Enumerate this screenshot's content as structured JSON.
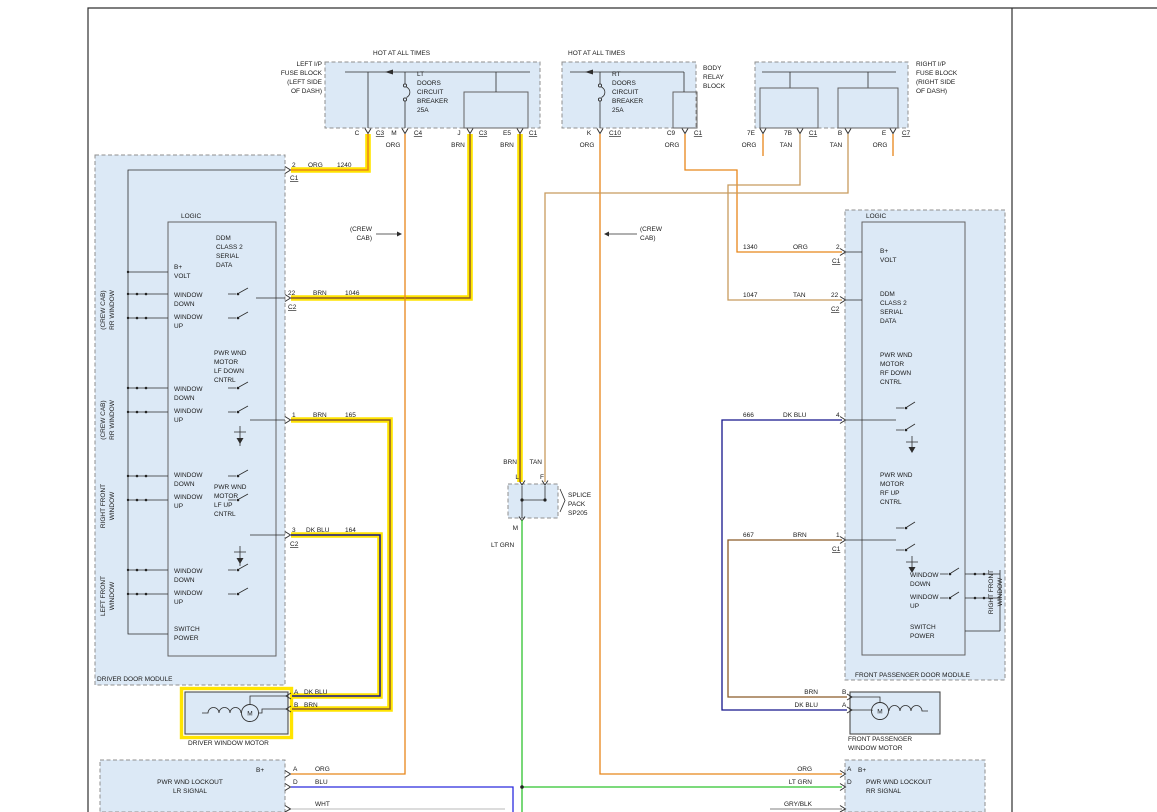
{
  "colors": {
    "highlight": "#FFE400",
    "org": "#E8861A",
    "brn": "#8A5A28",
    "tan": "#C89B5E",
    "dk_blu": "#15158C",
    "blu": "#2B2BDE",
    "lt_grn": "#2FC32F",
    "wht": "#C6C6C6",
    "box_fill": "#DCE9F6"
  },
  "top": {
    "hot_left": "HOT AT ALL TIMES",
    "hot_right": "HOT AT ALL TIMES",
    "left_fuse_block": [
      "LEFT I/P",
      "FUSE BLOCK",
      "(LEFT SIDE",
      "OF DASH)"
    ],
    "lt_breaker": [
      "LT",
      "DOORS",
      "CIRCUIT",
      "BREAKER",
      "25A"
    ],
    "rt_breaker": [
      "RT",
      "DOORS",
      "CIRCUIT",
      "BREAKER",
      "25A"
    ],
    "body_relay": [
      "BODY",
      "RELAY",
      "BLOCK"
    ],
    "right_fuse_block": [
      "RIGHT I/P",
      "FUSE BLOCK",
      "(RIGHT SIDE",
      "OF DASH)"
    ],
    "pins_left": [
      {
        "p": "C",
        "c": "C3"
      },
      {
        "p": "M",
        "c": "C4"
      },
      {
        "p": "J",
        "c": "C3"
      },
      {
        "p": "E5",
        "c": "C1"
      }
    ],
    "pins_mid": [
      {
        "p": "K",
        "c": "C10"
      },
      {
        "p": "C9",
        "c": "C1"
      }
    ],
    "pins_right": [
      {
        "p": "7E",
        "c": ""
      },
      {
        "p": "7B",
        "c": "C1"
      },
      {
        "p": "B",
        "c": ""
      },
      {
        "p": "E",
        "c": "C7"
      }
    ],
    "wire_labels": [
      "ORG",
      "BRN",
      "BRN",
      "ORG",
      "ORG",
      "ORG",
      "TAN",
      "TAN",
      "ORG"
    ]
  },
  "annotations": {
    "crew_left": [
      "(CREW",
      "CAB)"
    ],
    "crew_right": [
      "(CREW",
      "CAB)"
    ]
  },
  "driver_module": {
    "name": "DRIVER DOOR MODULE",
    "logic": "LOGIC",
    "b_volt": [
      "B+",
      "VOLT"
    ],
    "ddm": [
      "DDM",
      "CLASS 2",
      "SERIAL",
      "DATA"
    ],
    "win_down": [
      "WINDOW",
      "DOWN"
    ],
    "win_up": [
      "WINDOW",
      "UP"
    ],
    "lf_down": [
      "PWR WND",
      "MOTOR",
      "LF DOWN",
      "CNTRL"
    ],
    "lf_up": [
      "PWR WND",
      "MOTOR",
      "LF UP",
      "CNTRL"
    ],
    "switch_power": [
      "SWITCH",
      "POWER"
    ],
    "side_labels": [
      [
        "(CREW CAB)",
        "RR WINDOW"
      ],
      [
        "(CREW CAB)",
        "RR WINDOW"
      ],
      [
        "RIGHT FRONT",
        "WINDOW"
      ],
      [
        "LEFT FRONT",
        "WINDOW"
      ]
    ],
    "pins": [
      {
        "num": "2",
        "conn": "C1",
        "color": "ORG",
        "circuit": "1240"
      },
      {
        "num": "22",
        "conn": "C2",
        "color": "BRN",
        "circuit": "1046"
      },
      {
        "num": "1",
        "conn": "",
        "color": "BRN",
        "circuit": "165"
      },
      {
        "num": "3",
        "conn": "C2",
        "color": "DK BLU",
        "circuit": "164"
      }
    ]
  },
  "driver_motor": {
    "name": "DRIVER WINDOW MOTOR",
    "m": "M",
    "pin_a": {
      "pin": "A",
      "color": "DK BLU"
    },
    "pin_b": {
      "pin": "B",
      "color": "BRN"
    }
  },
  "splice": {
    "label": [
      "SPLICE",
      "PACK",
      "SP205"
    ],
    "pin_l": "L",
    "pin_f": "F",
    "pin_m": "M",
    "wire_left": "BRN",
    "wire_right": "TAN",
    "wire_out": "LT GRN"
  },
  "pass_module": {
    "name": "FRONT PASSENGER DOOR MODULE",
    "logic": "LOGIC",
    "b_volt": [
      "B+",
      "VOLT"
    ],
    "ddm": [
      "DDM",
      "CLASS 2",
      "SERIAL",
      "DATA"
    ],
    "rf_down": [
      "PWR WND",
      "MOTOR",
      "RF DOWN",
      "CNTRL"
    ],
    "rf_up": [
      "PWR WND",
      "MOTOR",
      "RF UP",
      "CNTRL"
    ],
    "win_down": [
      "WINDOW",
      "DOWN"
    ],
    "win_up": [
      "WINDOW",
      "UP"
    ],
    "switch_power": [
      "SWITCH",
      "POWER"
    ],
    "side_label": [
      "RIGHT FRONT",
      "WINDOW"
    ],
    "pins": [
      {
        "circuit": "1340",
        "color": "ORG",
        "num": "2",
        "conn": "C1"
      },
      {
        "circuit": "1047",
        "color": "TAN",
        "num": "22",
        "conn": "C2"
      },
      {
        "circuit": "666",
        "color": "DK BLU",
        "num": "4",
        "conn": ""
      },
      {
        "circuit": "667",
        "color": "BRN",
        "num": "1",
        "conn": "C1"
      }
    ]
  },
  "pass_motor": {
    "name": [
      "FRONT PASSENGER",
      "WINDOW MOTOR"
    ],
    "m": "M",
    "pin_b": {
      "pin": "B",
      "color": "BRN"
    },
    "pin_a": {
      "pin": "A",
      "color": "DK BLU"
    }
  },
  "lr_lockout": {
    "b": "B+",
    "name": [
      "PWR WND LOCKOUT",
      "LR SIGNAL"
    ],
    "pin_a": {
      "pin": "A",
      "color": "ORG"
    },
    "pin_d": {
      "pin": "D",
      "color": "BLU"
    },
    "pin_x": {
      "pin": "",
      "color": "WHT"
    }
  },
  "rr_lockout": {
    "b": "B+",
    "name": [
      "PWR WND LOCKOUT",
      "RR SIGNAL"
    ],
    "pin_a": {
      "pin": "A",
      "color": "ORG"
    },
    "pin_d": {
      "pin": "D",
      "color": "LT GRN"
    },
    "pin_x": {
      "pin": "",
      "color": "GRY/BLK"
    }
  }
}
